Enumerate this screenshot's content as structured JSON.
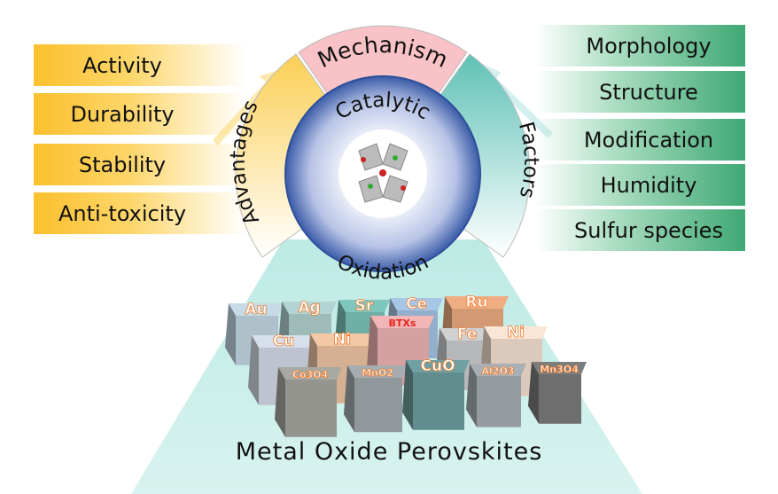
{
  "advantages": [
    "Activity",
    "Durability",
    "Stability",
    "Anti-toxicity"
  ],
  "factors": [
    "Morphology",
    "Structure",
    "Modification",
    "Humidity",
    "Sulfur species"
  ],
  "ring": {
    "top": "Mechanism",
    "left": "Advantages",
    "right": "Factors",
    "inner_top": "Catalytic",
    "inner_bottom": "Oxidation"
  },
  "title": "Metal Oxide Perovskites",
  "cubes": [
    {
      "label": "Au",
      "color": "#c6dbe6"
    },
    {
      "label": "Ag",
      "color": "#b3d4d2"
    },
    {
      "label": "Sr",
      "color": "#7fc7bd"
    },
    {
      "label": "Ce",
      "color": "#a7c7e8"
    },
    {
      "label": "Ru",
      "color": "#efae82"
    },
    {
      "label": "Cu",
      "color": "#d7dfeb"
    },
    {
      "label": "Ni",
      "color": "#f2c8a6"
    },
    {
      "label": "BTXs",
      "color": "#f2b6b6"
    },
    {
      "label": "Fe",
      "color": "#cfd1d3"
    },
    {
      "label": "Ni",
      "color": "#f9e6d4"
    },
    {
      "label": "Co3O4",
      "color": "#a9a9a3"
    },
    {
      "label": "MnO2",
      "color": "#a5adb1"
    },
    {
      "label": "CuO",
      "color": "#6fa0a2"
    },
    {
      "label": "Al2O3",
      "color": "#a9b0b5"
    },
    {
      "label": "Mn3O4",
      "color": "#7d7d7d"
    }
  ],
  "colors": {
    "mechanism": "#f7b7bd",
    "advantages": "#fbd36a",
    "factors": "#6cc7bd",
    "circle": "#3e5fa8",
    "label_text": "#f07a2a",
    "btxs_text": "#e8241c"
  }
}
